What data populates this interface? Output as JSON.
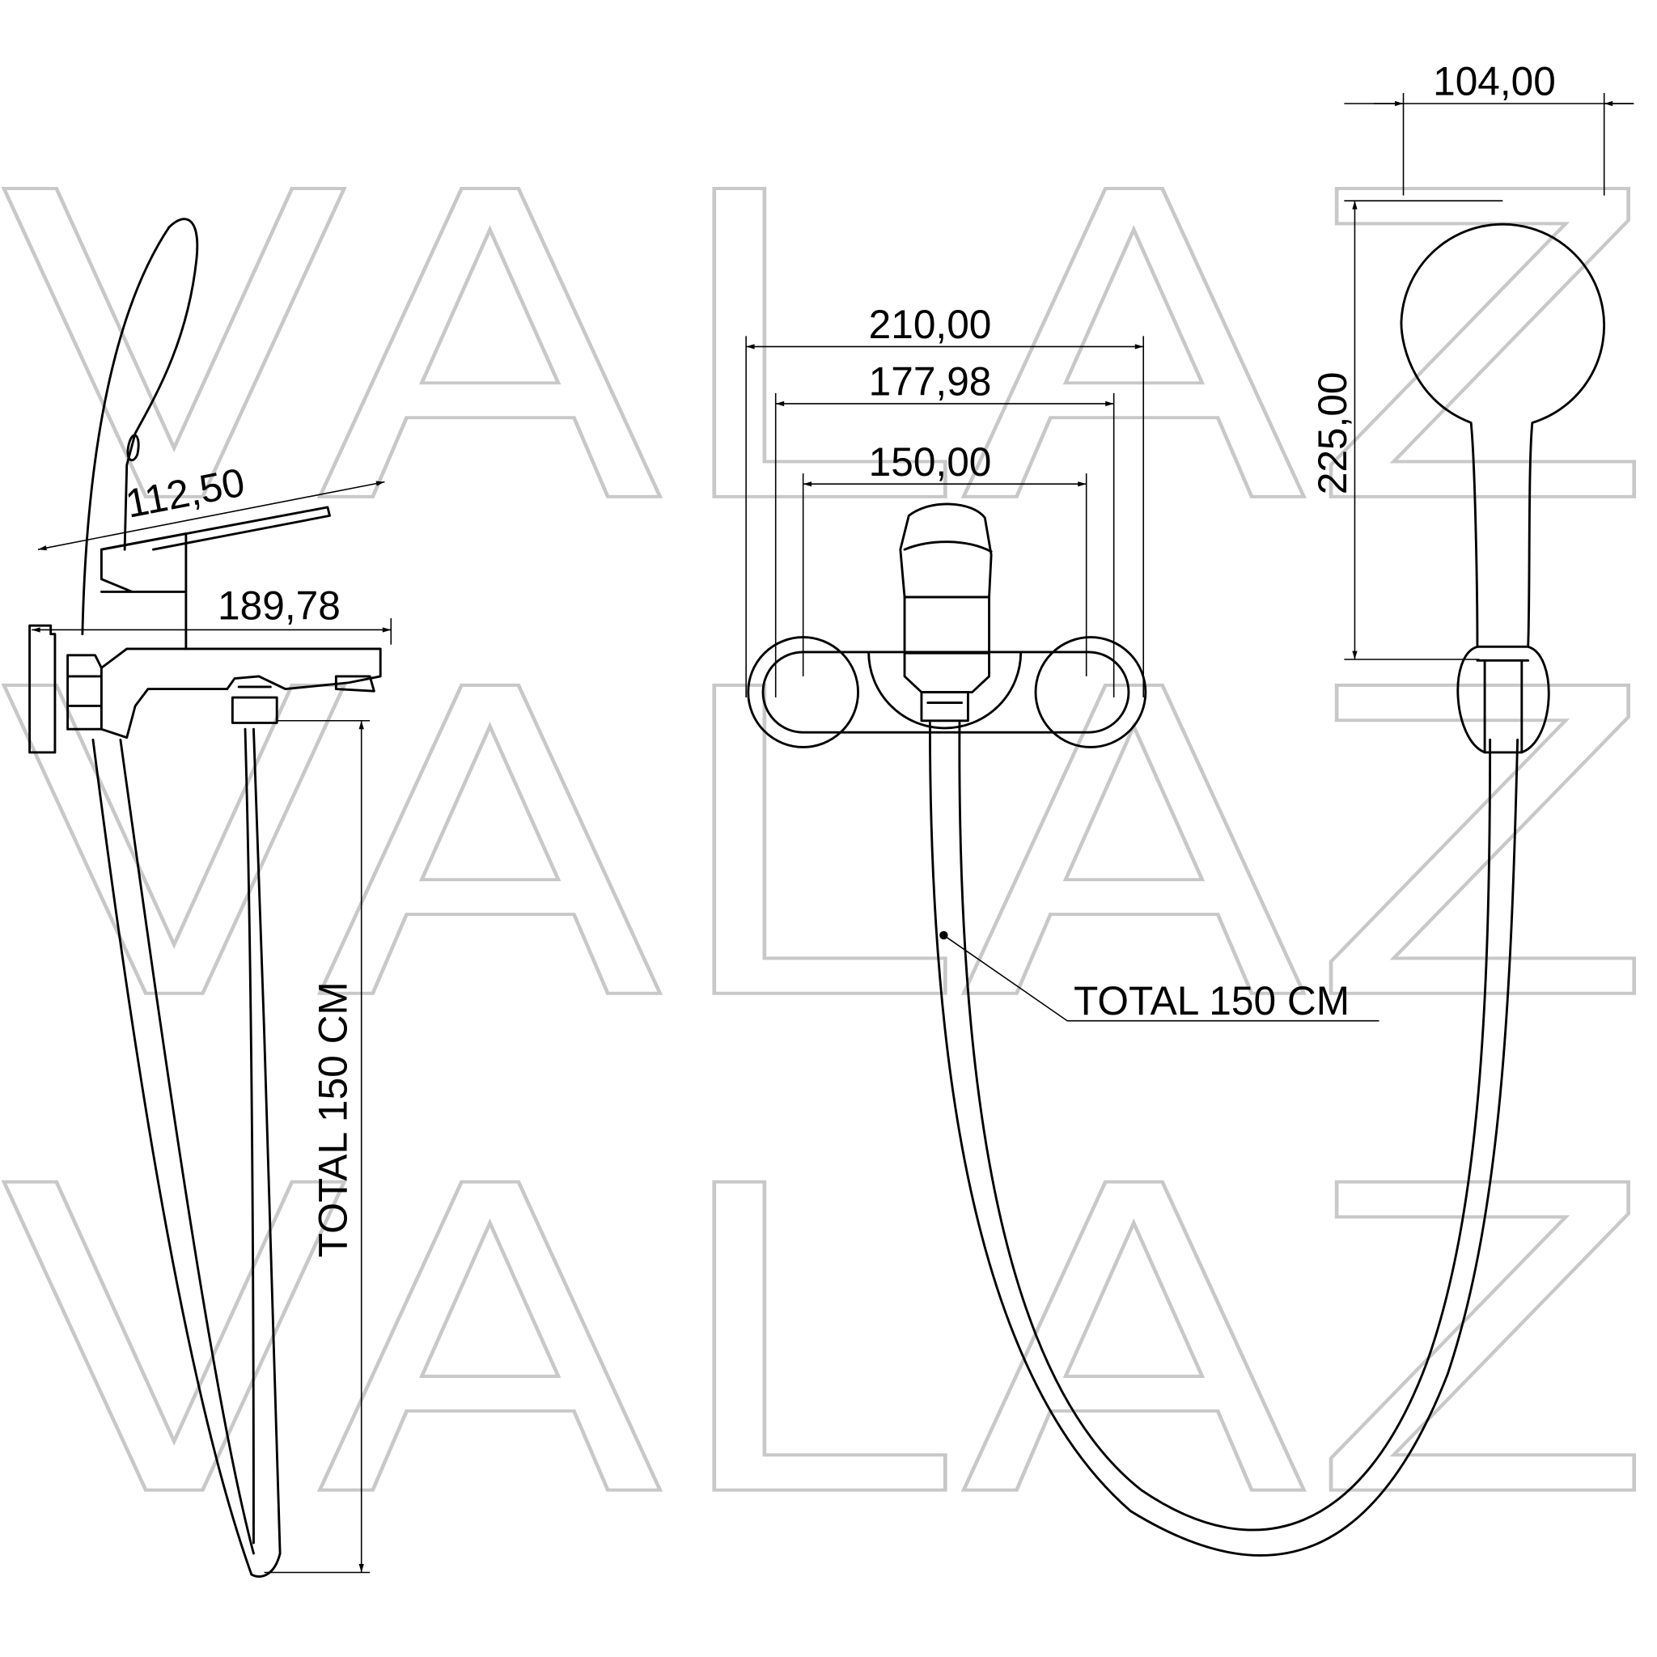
{
  "watermark": "VALAZ",
  "side_view": {
    "spout_length": "112,50",
    "depth": "189,78",
    "hose_total": "TOTAL 150 CM"
  },
  "front_view": {
    "overall_width": "210,00",
    "flange_width": "177,98",
    "center_distance": "150,00",
    "hose_total": "TOTAL 150 CM"
  },
  "hand_shower": {
    "head_width": "104,00",
    "length": "225,00"
  }
}
